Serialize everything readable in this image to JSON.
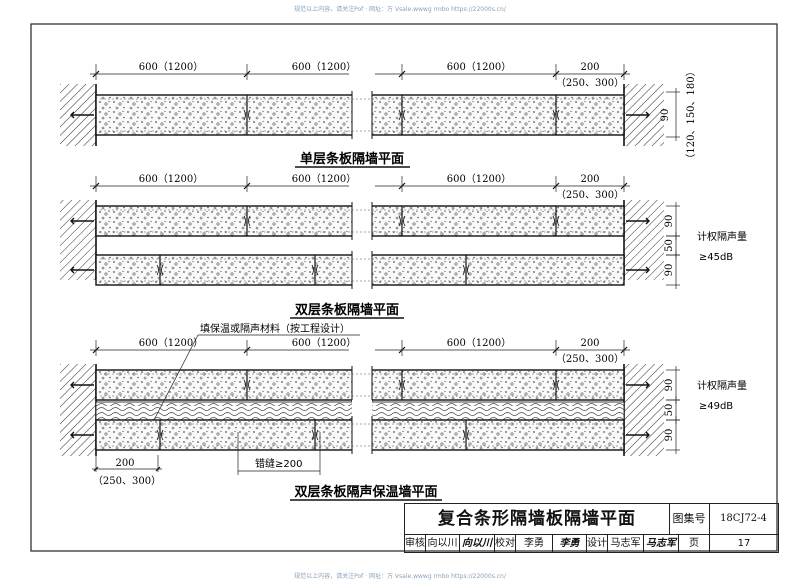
{
  "watermark_top": "规范以上内容，请关注Pof · 网址：万 Vsale.wwwg rmbo https://22000s.cn/",
  "watermark_bottom": "规范以上内容，请关注Pof · 网址：万 Vsale.wwwg rmbo https://22000s.cn/",
  "dims": {
    "panel": "600（1200）",
    "end": "200",
    "end_alt": "（250、300）",
    "bottom_end": "200",
    "bottom_end_alt": "（250、300）",
    "thick": "90",
    "gap": "50",
    "thick_alt": "（120、150、180）"
  },
  "plans": [
    {
      "title": "单层条板隔墙平面"
    },
    {
      "title": "双层条板隔墙平面",
      "note1": "计权隔声量",
      "note2": "≥45dB"
    },
    {
      "title": "双层条板隔声保温墙平面",
      "note1": "计权隔声量",
      "note2": "≥49dB"
    }
  ],
  "annotations": {
    "infill": "填保温或隔声材料（按工程设计）",
    "stagger": "错缝≥200"
  },
  "title_block": {
    "title": "复合条形隔墙板隔墙平面",
    "atlas_label": "图集号",
    "atlas_value": "18CJ72-4",
    "review_label": "审核",
    "review_name": "向以川",
    "review_sig": "向以川",
    "check_label": "校对",
    "check_name": "李勇",
    "check_sig": "李勇",
    "design_label": "设计",
    "design_name": "马志军",
    "design_sig": "马志军",
    "page_label": "页",
    "page_value": "17"
  }
}
